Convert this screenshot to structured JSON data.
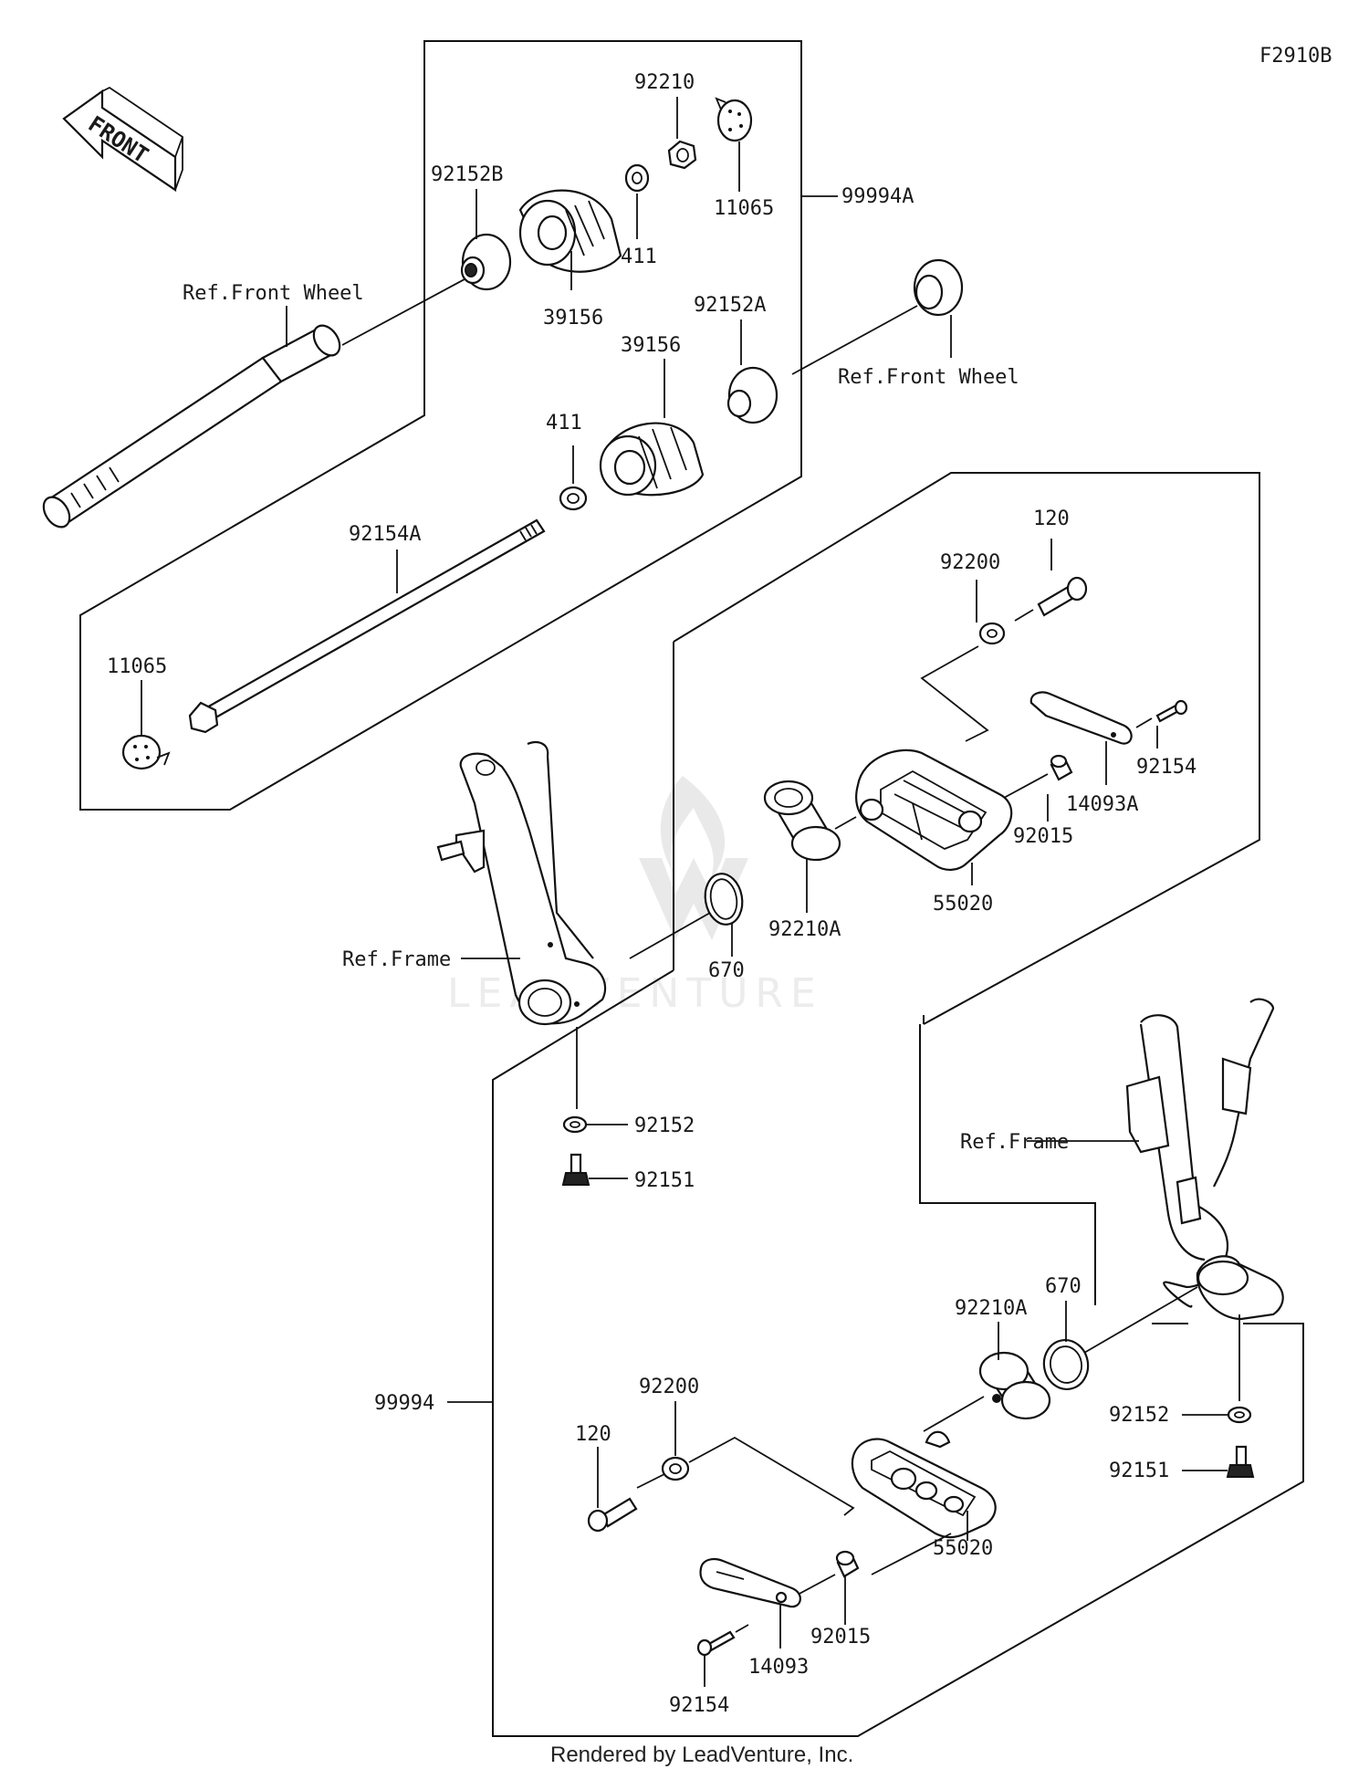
{
  "diagram_id": "F2910B",
  "front_arrow_label": "FRONT",
  "watermark": "LEADVENTURE",
  "footer": "Rendered by LeadVenture, Inc.",
  "labels": {
    "l_92210": "92210",
    "l_11065_top": "11065",
    "l_99994A": "99994A",
    "l_92152B": "92152B",
    "l_411_top": "411",
    "l_39156_top": "39156",
    "l_ref_front_wheel_left": "Ref.Front Wheel",
    "l_39156_mid": "39156",
    "l_92152A": "92152A",
    "l_ref_front_wheel_right": "Ref.Front Wheel",
    "l_411_mid": "411",
    "l_92154A": "92154A",
    "l_11065_left": "11065",
    "l_120_top": "120",
    "l_92200_top": "92200",
    "l_92154_top": "92154",
    "l_14093A": "14093A",
    "l_92015_top": "92015",
    "l_55020_top": "55020",
    "l_92210A_top": "92210A",
    "l_670_top": "670",
    "l_ref_frame_top": "Ref.Frame",
    "l_92152_left": "92152",
    "l_92151_left": "92151",
    "l_ref_frame_right": "Ref.Frame",
    "l_670_bottom": "670",
    "l_92210A_bottom": "92210A",
    "l_99994": "99994",
    "l_92200_bottom": "92200",
    "l_120_bottom": "120",
    "l_92152_right": "92152",
    "l_92151_right": "92151",
    "l_55020_bottom": "55020",
    "l_92015_bottom": "92015",
    "l_14093": "14093",
    "l_92154_bottom": "92154"
  }
}
